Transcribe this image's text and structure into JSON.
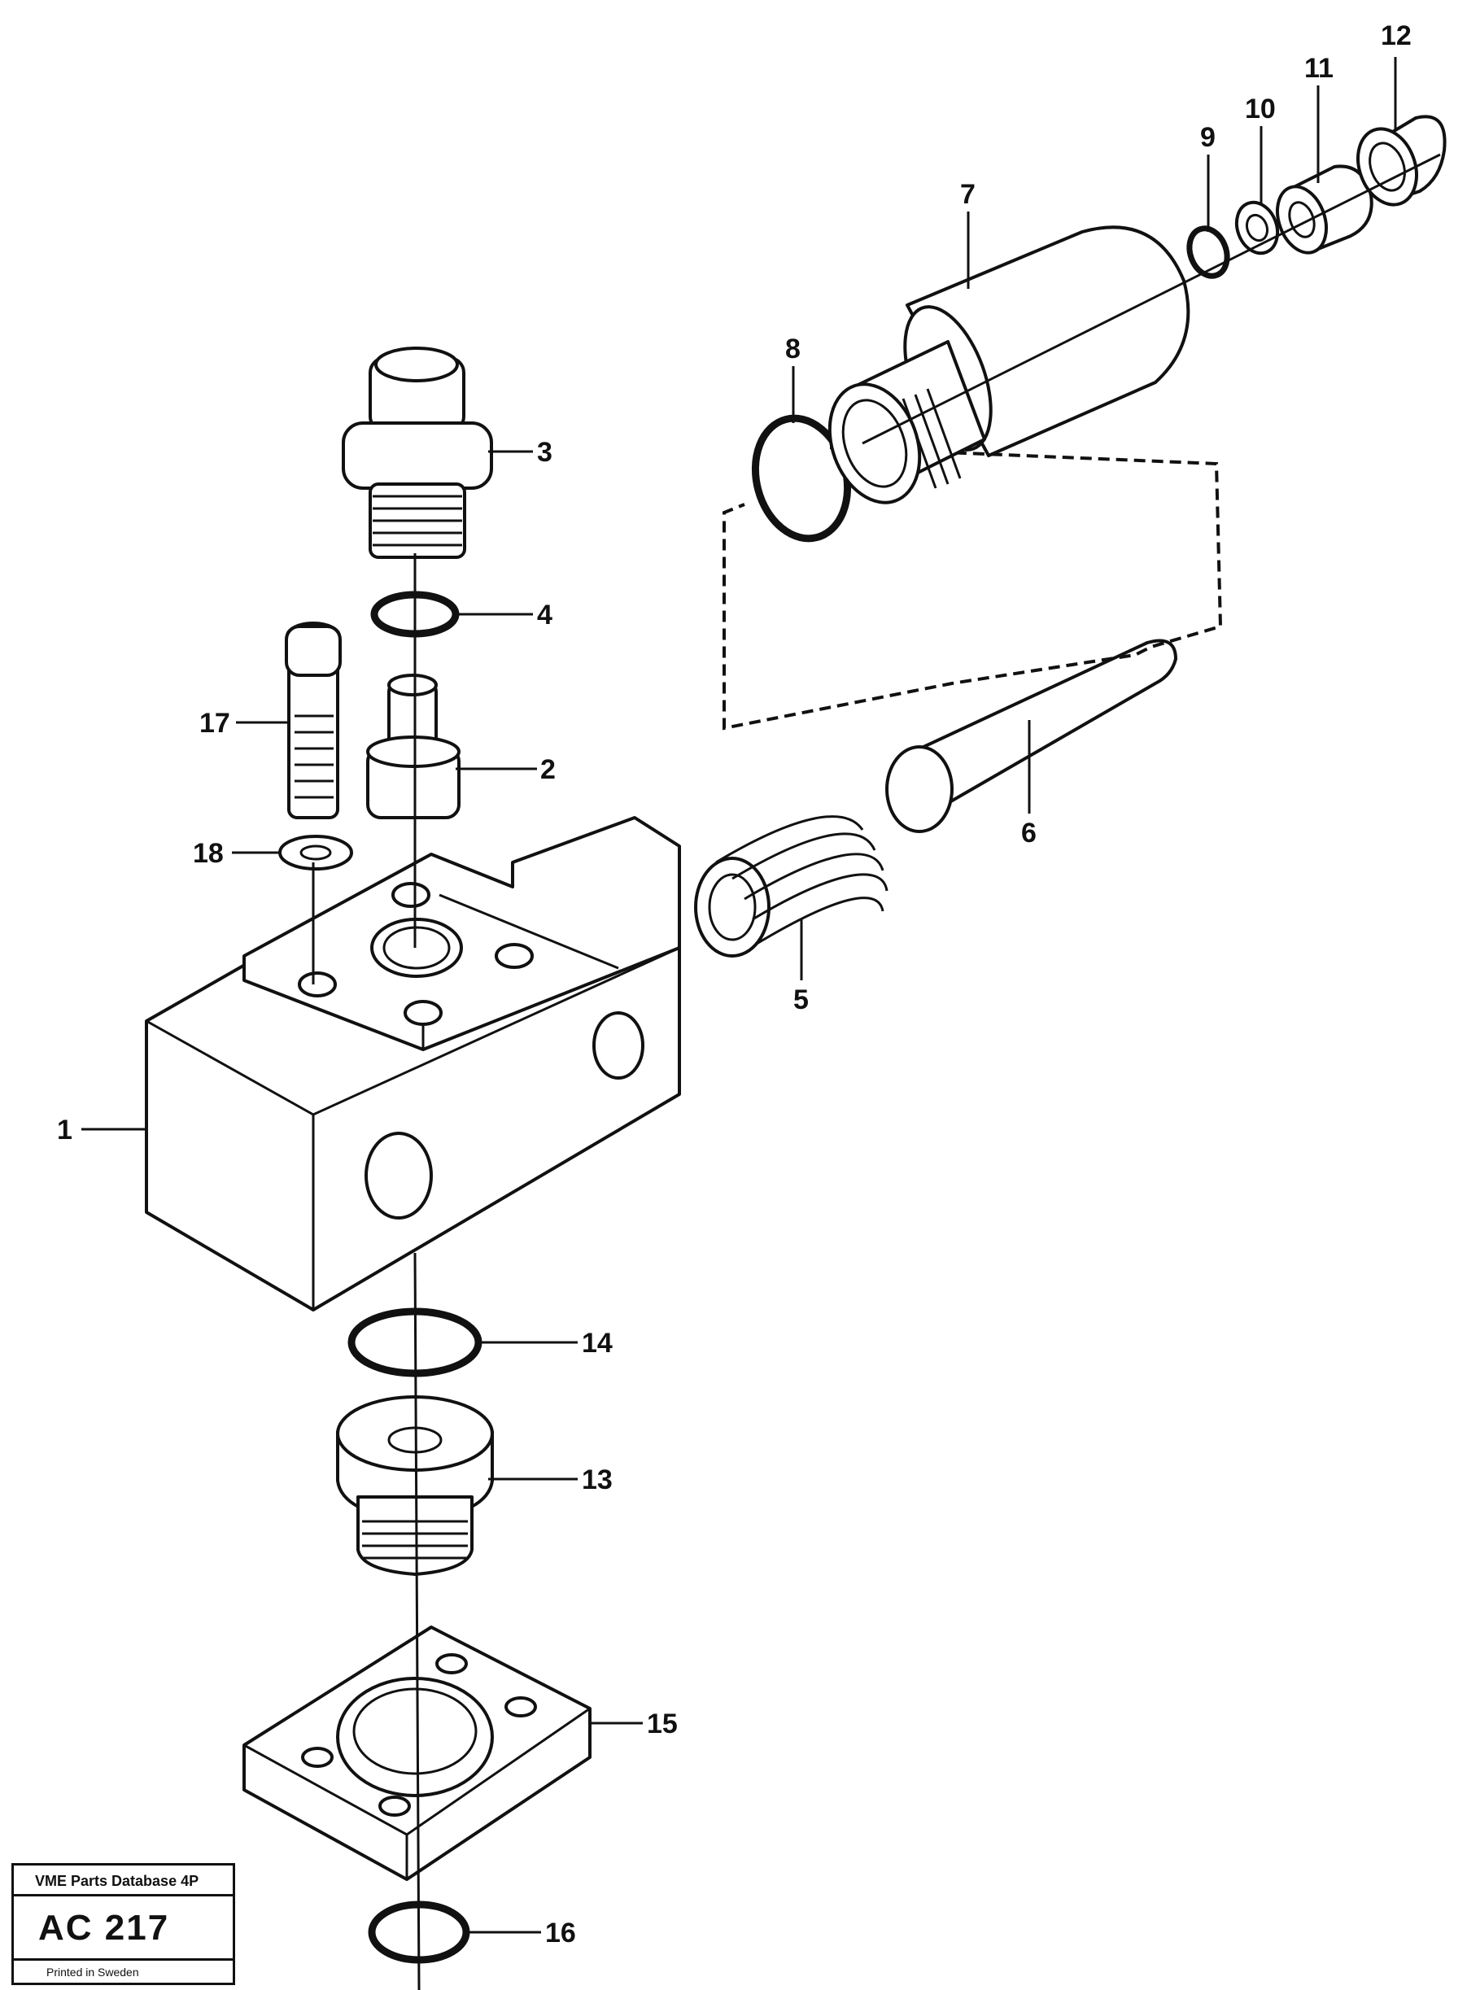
{
  "callouts": {
    "c1": "1",
    "c2": "2",
    "c3": "3",
    "c4": "4",
    "c5": "5",
    "c6": "6",
    "c7": "7",
    "c8": "8",
    "c9": "9",
    "c10": "10",
    "c11": "11",
    "c12": "12",
    "c13": "13",
    "c14": "14",
    "c15": "15",
    "c16": "16",
    "c17": "17",
    "c18": "18"
  },
  "stamp": {
    "header": "VME Parts Database 4P",
    "code": "AC 217",
    "footer": "Printed in Sweden"
  }
}
